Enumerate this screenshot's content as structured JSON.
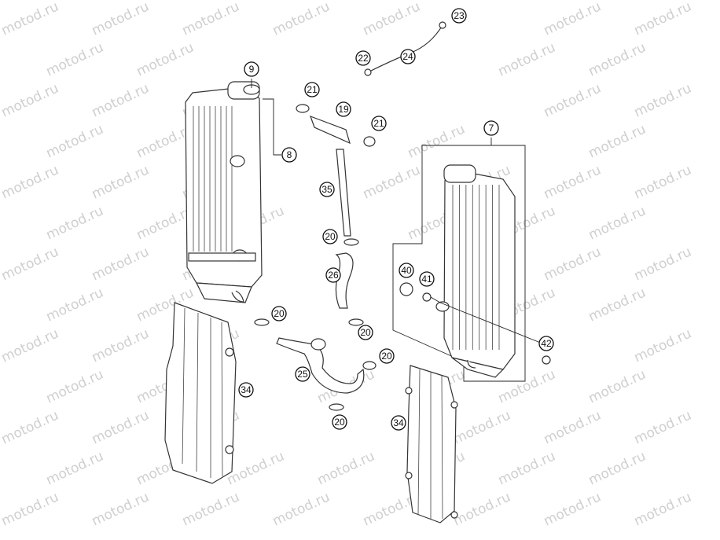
{
  "watermark": "motod.ru",
  "callouts": [
    {
      "id": "9",
      "label": "9"
    },
    {
      "id": "8",
      "label": "8"
    },
    {
      "id": "21a",
      "label": "21"
    },
    {
      "id": "19",
      "label": "19"
    },
    {
      "id": "21b",
      "label": "21"
    },
    {
      "id": "22",
      "label": "22"
    },
    {
      "id": "24",
      "label": "24"
    },
    {
      "id": "23",
      "label": "23"
    },
    {
      "id": "7",
      "label": "7"
    },
    {
      "id": "35",
      "label": "35"
    },
    {
      "id": "20a",
      "label": "20"
    },
    {
      "id": "26",
      "label": "26"
    },
    {
      "id": "40",
      "label": "40"
    },
    {
      "id": "41",
      "label": "41"
    },
    {
      "id": "20b",
      "label": "20"
    },
    {
      "id": "20c",
      "label": "20"
    },
    {
      "id": "25",
      "label": "25"
    },
    {
      "id": "20d",
      "label": "20"
    },
    {
      "id": "34a",
      "label": "34"
    },
    {
      "id": "20e",
      "label": "20"
    },
    {
      "id": "34b",
      "label": "34"
    },
    {
      "id": "42",
      "label": "42"
    }
  ]
}
